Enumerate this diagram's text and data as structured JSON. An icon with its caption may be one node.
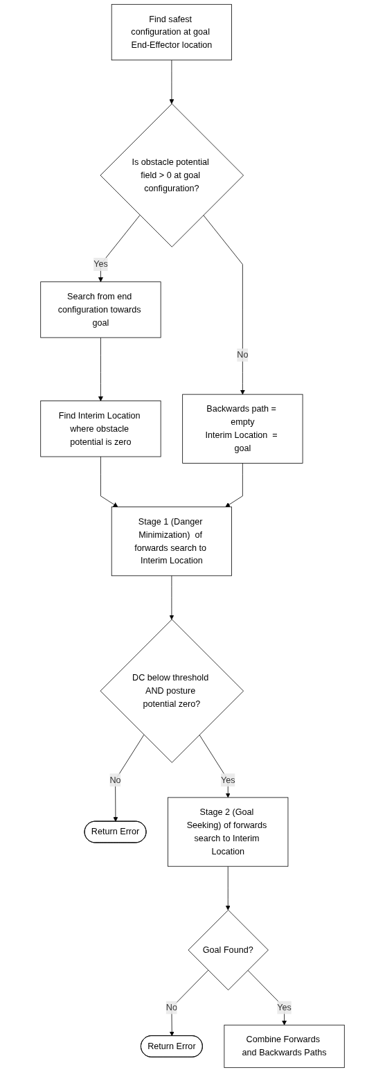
{
  "diagram": {
    "nodes": [
      {
        "text": [
          "Find safest configuration at goal End-Effector location"
        ]
      },
      {
        "text": [
          "Is obstacle potential field > 0 at goal configuration?"
        ]
      },
      {
        "text": [
          "Backwards path = empty",
          "Interim Location  = goal"
        ]
      },
      {
        "text": [
          "Search from end configuration towards goal"
        ]
      },
      {
        "text": [
          "Find Interim Location where obstacle potential is zero"
        ]
      },
      {
        "text": [
          "Stage 1 (Danger Minimization)  of forwards search to Interim Location"
        ]
      },
      {
        "text": [
          "DC below threshold AND posture potential zero?"
        ]
      },
      {
        "text": [
          "Return Error"
        ]
      },
      {
        "text": [
          "Stage 2 (Goal Seeking) of forwards search to Interim Location"
        ]
      },
      {
        "text": [
          "Goal Found?"
        ]
      },
      {
        "text": [
          "Return Error"
        ]
      },
      {
        "text": [
          "Combine Forwards and Backwards Paths"
        ]
      }
    ],
    "edges": [
      {
        "from": 0,
        "to": 1,
        "arrow": "to"
      },
      {
        "from": 1,
        "to": 2,
        "arrow": "to",
        "label": "No"
      },
      {
        "from": 1,
        "to": 3,
        "arrow": "to",
        "label": "Yes"
      },
      {
        "from": 3,
        "to": 4,
        "arrow": "to"
      },
      {
        "from": 4,
        "to": 5,
        "arrow": "to"
      },
      {
        "from": 2,
        "to": 5,
        "arrow": "to"
      },
      {
        "from": 5,
        "to": 6,
        "arrow": "to"
      },
      {
        "from": 6,
        "to": 7,
        "arrow": "to",
        "label": "No"
      },
      {
        "from": 6,
        "to": 8,
        "arrow": "to",
        "label": "Yes"
      },
      {
        "from": 8,
        "to": 9,
        "arrow": "to"
      },
      {
        "from": 9,
        "to": 10,
        "arrow": "to",
        "label": "No"
      },
      {
        "from": 9,
        "to": 11,
        "arrow": "to",
        "label": "Yes"
      }
    ]
  }
}
